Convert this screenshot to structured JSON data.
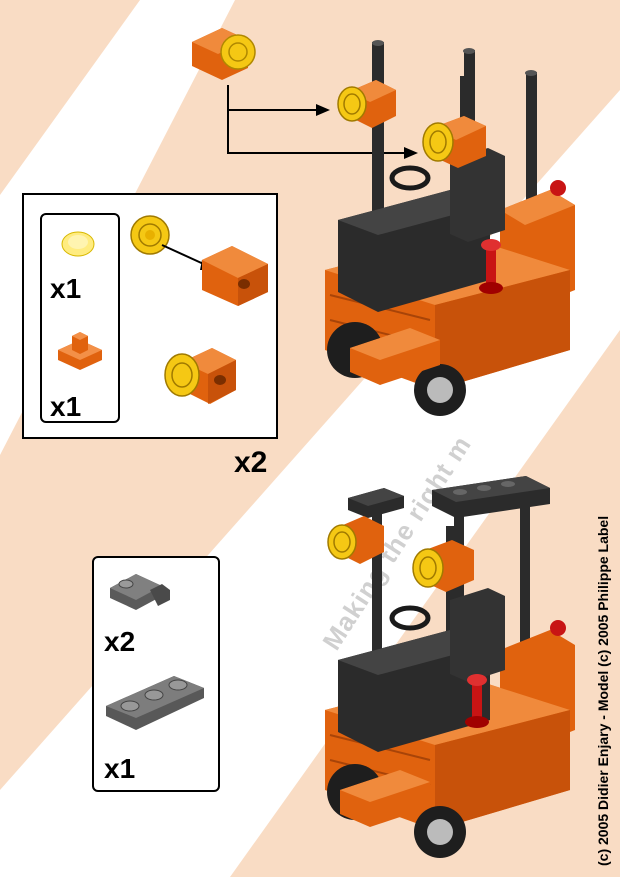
{
  "copyright": "(c) 2005 Didier Enjary - Model (c) 2005 Philippe Label",
  "watermark": "Making the right m",
  "subassembly": {
    "parts": [
      {
        "icon": "trans-yellow-round-plate-icon",
        "count": "x1"
      },
      {
        "icon": "orange-clip-plate-icon",
        "count": "x1"
      }
    ],
    "repeat": "x2"
  },
  "main_parts": [
    {
      "icon": "dark-gray-clip-plate-icon",
      "count": "x2"
    },
    {
      "icon": "dark-gray-1x3-plate-icon",
      "count": "x1"
    }
  ],
  "colors": {
    "orange": "#e0620e",
    "black": "#2b2b2b",
    "trans_yellow": "#f5c814",
    "red": "#c81414",
    "background_stripe": "#f9dcc4"
  }
}
